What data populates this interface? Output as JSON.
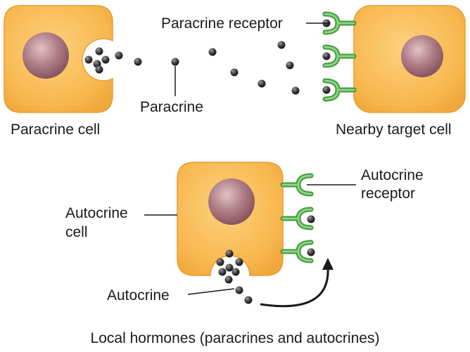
{
  "labels": {
    "paracrine_receptor": "Paracrine receptor",
    "paracrine": "Paracrine",
    "paracrine_cell": "Paracrine cell",
    "nearby_target_cell": "Nearby target cell",
    "autocrine_receptor_line1": "Autocrine",
    "autocrine_receptor_line2": "receptor",
    "autocrine_cell_line1": "Autocrine",
    "autocrine_cell_line2": "cell",
    "autocrine": "Autocrine",
    "caption": "Local hormones (paracrines and autocrines)"
  },
  "colors": {
    "cell_fill": "#f8b74e",
    "cell_stroke": "#e89c30",
    "nucleus": "#a8707a",
    "receptor": "#6fbf63",
    "receptor_dark": "#3f9a3a",
    "molecule": "#333333",
    "text": "#1a1a1a"
  }
}
